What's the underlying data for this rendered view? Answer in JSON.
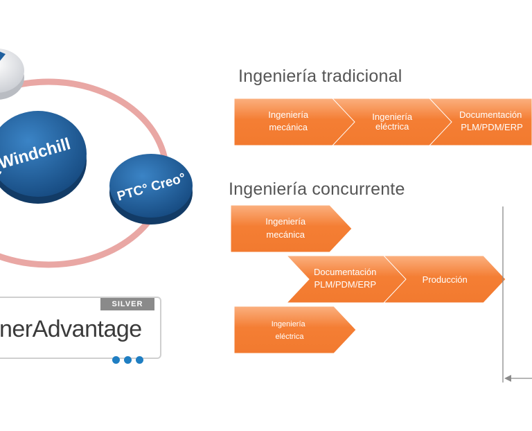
{
  "products": {
    "windchill_label": "Windchill",
    "creo_label": "PTC° Creo°"
  },
  "partner_badge": {
    "tier": "SILVER",
    "text": "tnerAdvantage"
  },
  "traditional": {
    "title": "Ingeniería tradicional",
    "steps": [
      {
        "line1": "Ingeniería",
        "line2": "mecánica"
      },
      {
        "line1": "Ingeniería",
        "line2": "eléctrica"
      },
      {
        "line1": "Documentación",
        "line2": "PLM/PDM/ERP"
      }
    ]
  },
  "concurrent": {
    "title": "Ingeniería concurrente",
    "steps": [
      {
        "line1": "Ingeniería",
        "line2": "mecánica"
      },
      {
        "line1": "Documentación",
        "line2": "PLM/PDM/ERP"
      },
      {
        "line1": "Producción",
        "line2": ""
      },
      {
        "line1": "Ingeniería",
        "line2": "eléctrica"
      }
    ]
  },
  "colors": {
    "arrow_orange": "#f27a2f",
    "arrow_light": "#fbb07f",
    "disc_blue": "#1f5f9e",
    "ring_pink": "#e9a7a4",
    "dot_blue": "#1f7ec2"
  }
}
